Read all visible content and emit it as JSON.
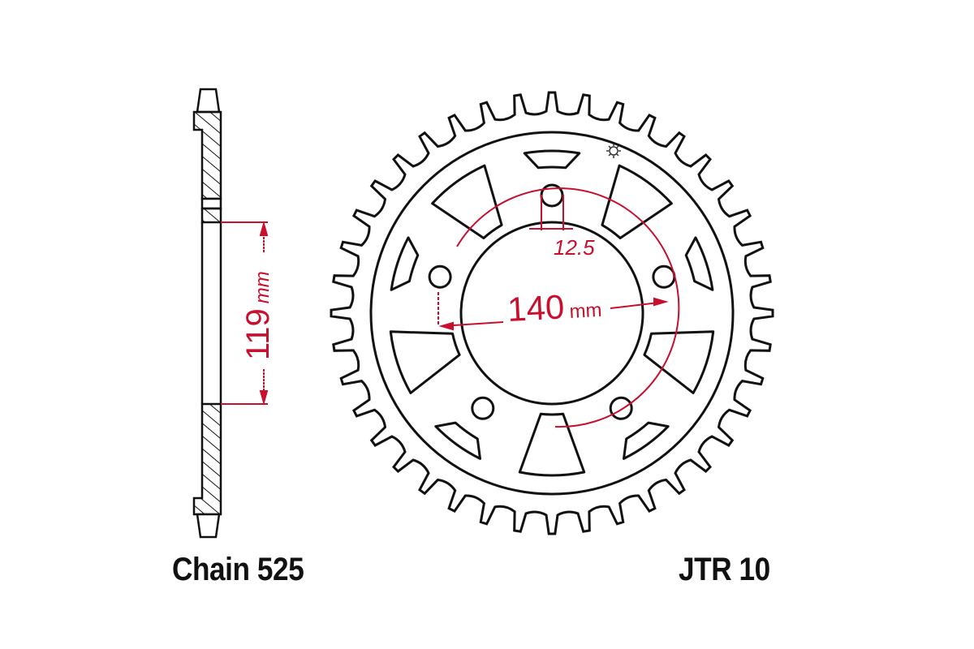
{
  "drawing": {
    "chain_label": "Chain 525",
    "part_number": "JTR 10",
    "dimensions": {
      "bolt_circle": {
        "value": "140",
        "unit": "mm"
      },
      "bolt_hole": {
        "value": "12.5"
      },
      "center_bore": {
        "value": "119",
        "unit": "mm"
      }
    },
    "sprocket": {
      "teeth": 40,
      "bolt_holes": 5,
      "lightening_cutouts": 10
    },
    "colors": {
      "line": "#111111",
      "dimension": "#c8102e",
      "background": "#ffffff"
    },
    "icons": [
      "gear-logo-icon"
    ]
  }
}
